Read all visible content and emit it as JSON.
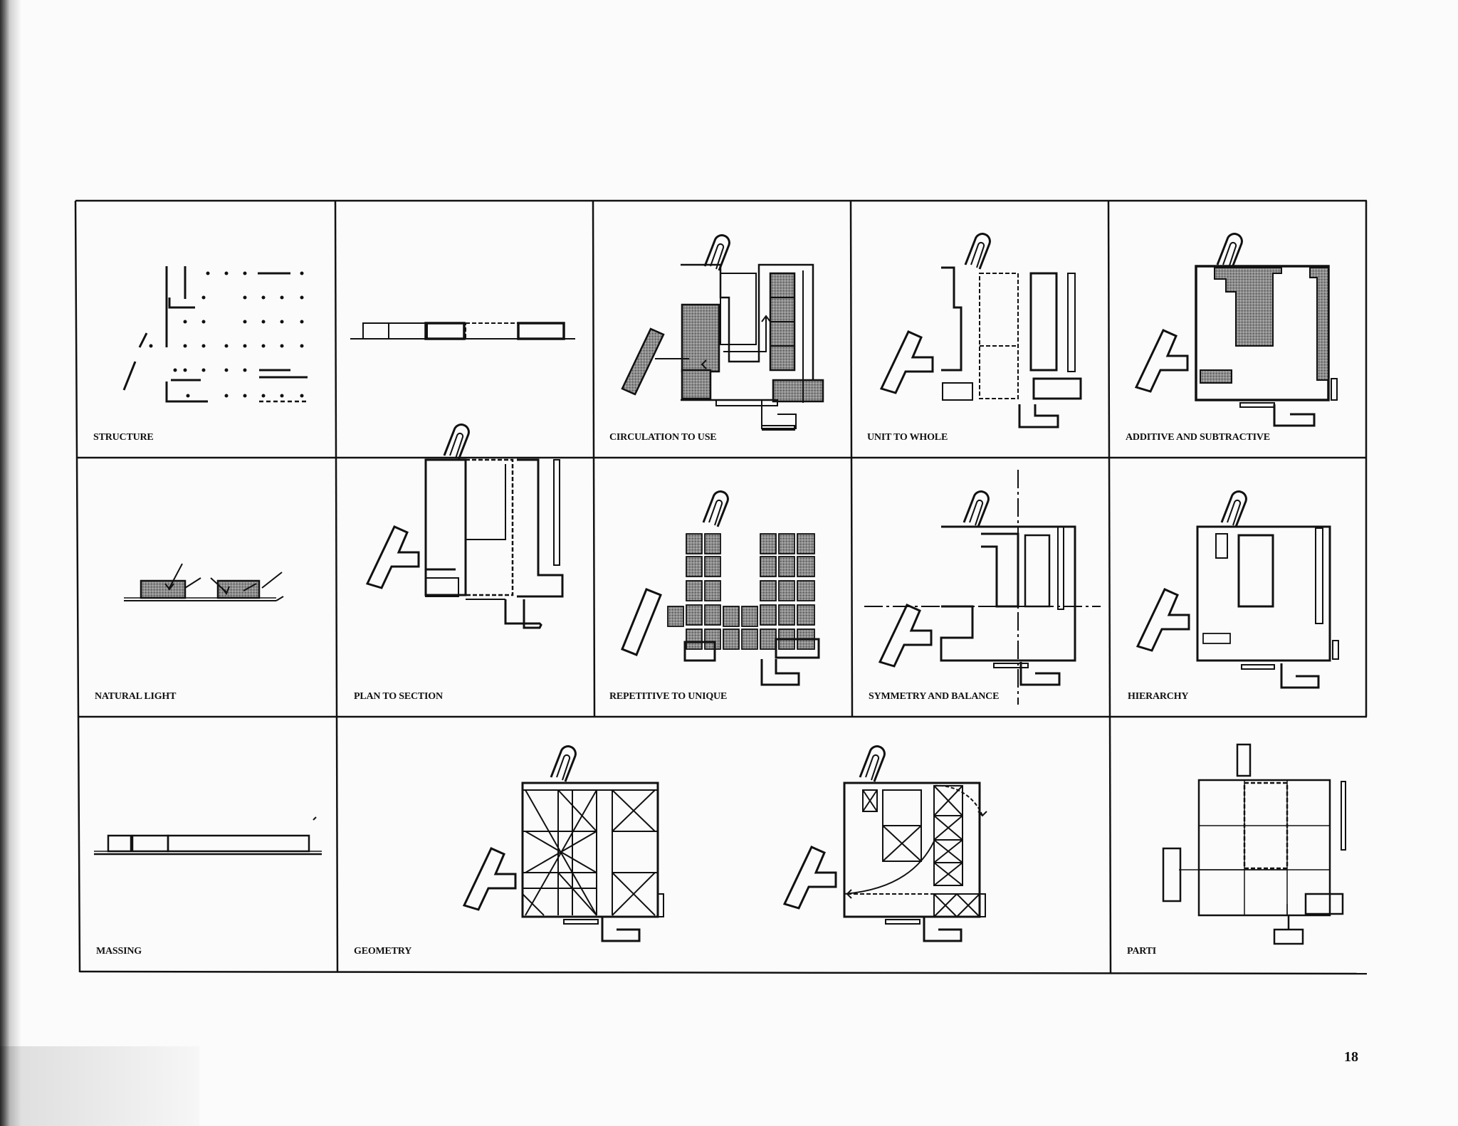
{
  "panels": {
    "structure": "STRUCTURE",
    "plan_to_section": "PLAN TO SECTION",
    "circulation_to_use": "CIRCULATION TO USE",
    "unit_to_whole": "UNIT TO WHOLE",
    "additive_and_subtractive": "ADDITIVE AND SUBTRACTIVE",
    "natural_light": "NATURAL LIGHT",
    "repetitive_to_unique": "REPETITIVE TO UNIQUE",
    "symmetry_and_balance": "SYMMETRY AND BALANCE",
    "hierarchy": "HIERARCHY",
    "massing": "MASSING",
    "geometry": "GEOMETRY",
    "parti": "PARTI"
  },
  "page_number": "18"
}
